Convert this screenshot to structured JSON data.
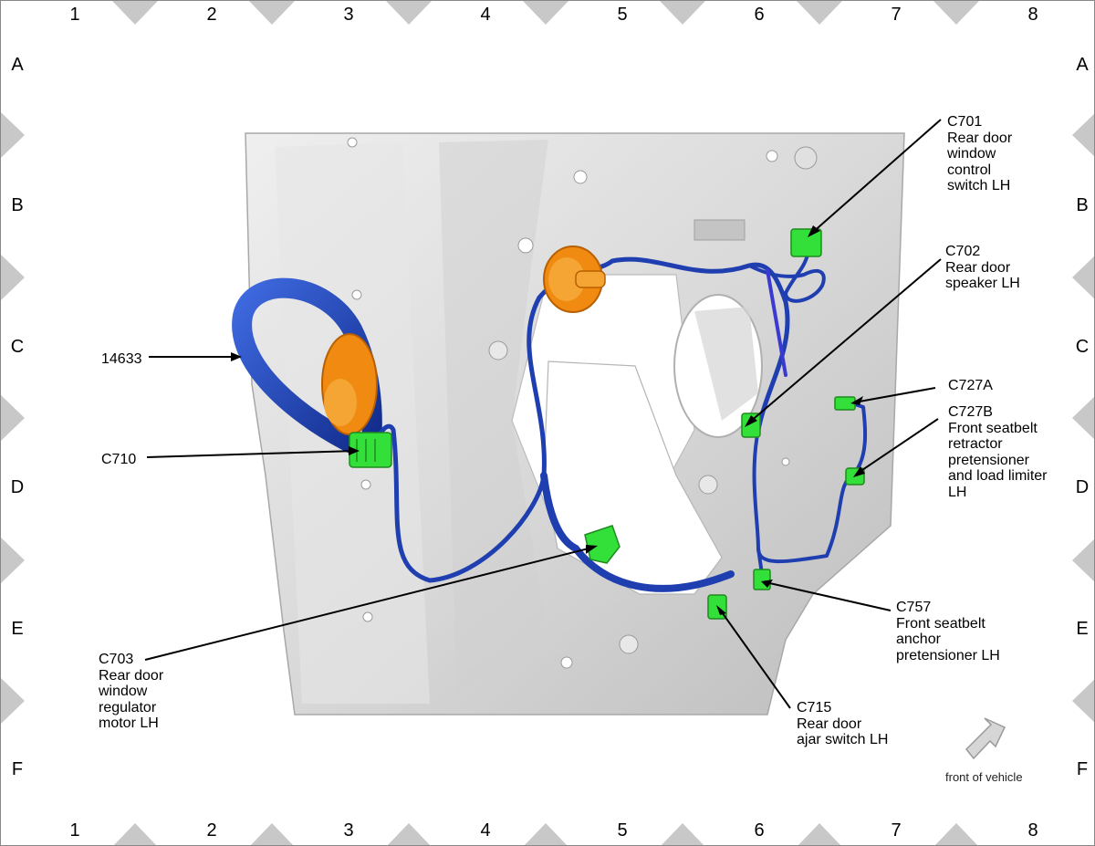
{
  "grid": {
    "columns": [
      "1",
      "2",
      "3",
      "4",
      "5",
      "6",
      "7",
      "8"
    ],
    "rows": [
      "A",
      "B",
      "C",
      "D",
      "E",
      "F"
    ]
  },
  "callouts": {
    "c701": "C701\nRear door\nwindow\ncontrol\nswitch LH",
    "c702": "C702\nRear door\nspeaker LH",
    "c727a": "C727A",
    "c727b": "C727B\nFront seatbelt\nretractor\npretensioner\nand load limiter\nLH",
    "c757": "C757\nFront seatbelt\nanchor\npretensioner LH",
    "c715": "C715\nRear door\najar switch LH",
    "c703": "C703\nRear door\nwindow\nregulator\nmotor LH",
    "c710": "C710",
    "harness": "14633"
  },
  "orientation_note": "front of vehicle",
  "colors": {
    "harness": "#1f3fb0",
    "connector": "#33e03a",
    "grommet": "#f08a10",
    "panel": "#d9d9d9",
    "border_triangle": "#c8c8c8"
  }
}
